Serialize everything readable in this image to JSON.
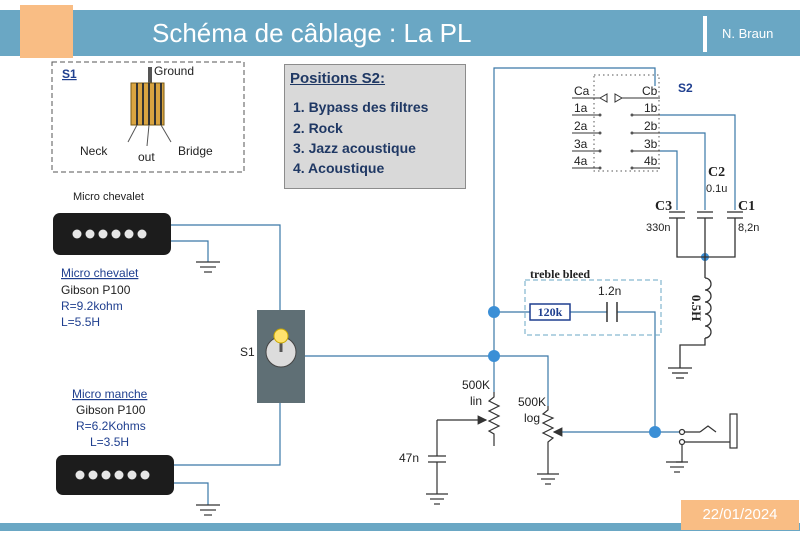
{
  "header": {
    "title": "Schéma de câblage : La PL",
    "author": "N. Braun"
  },
  "footer": {
    "date": "22/01/2024"
  },
  "s1_box": {
    "title": "S1",
    "ground": "Ground",
    "neck": "Neck",
    "out": "out",
    "bridge": "Bridge"
  },
  "positions": {
    "title": "Positions S2:",
    "items": [
      "1. Bypass des filtres",
      "2. Rock",
      "3. Jazz acoustique",
      "4. Acoustique"
    ]
  },
  "bridge_pickup": {
    "label": "Micro chevalet",
    "link": "Micro chevalet",
    "model": "Gibson P100",
    "resistance": "R=9.2kohm",
    "inductance": "L=5.5H"
  },
  "neck_pickup": {
    "link": "Micro manche",
    "model": "Gibson P100",
    "resistance": "R=6.2Kohms",
    "inductance": "L=3.5H"
  },
  "switch": {
    "label": "S1"
  },
  "s2": {
    "label": "S2",
    "ca": "Ca",
    "cb": "Cb",
    "left": [
      "1a",
      "2a",
      "3a",
      "4a"
    ],
    "right": [
      "1b",
      "2b",
      "3b",
      "4b"
    ]
  },
  "caps": {
    "c1": "C1",
    "c1_value": "8,2n",
    "c2": "C2",
    "c2_value": "0.1u",
    "c3": "C3",
    "c3_value": "330n",
    "tone_cap": "47n"
  },
  "inductor": {
    "value": "0.5H"
  },
  "treble_bleed": {
    "label": "treble bleed",
    "resistor": "120k",
    "cap": "1.2n"
  },
  "pots": {
    "volume_value": "500K",
    "volume_taper": "lin",
    "tone_value": "500K",
    "tone_taper": "log"
  },
  "colors": {
    "header": "#6aa7c4",
    "accent": "#f9bd84",
    "wire": "#3a78a8",
    "node": "#3b8fd6",
    "label_blue": "#1f3f8f"
  }
}
